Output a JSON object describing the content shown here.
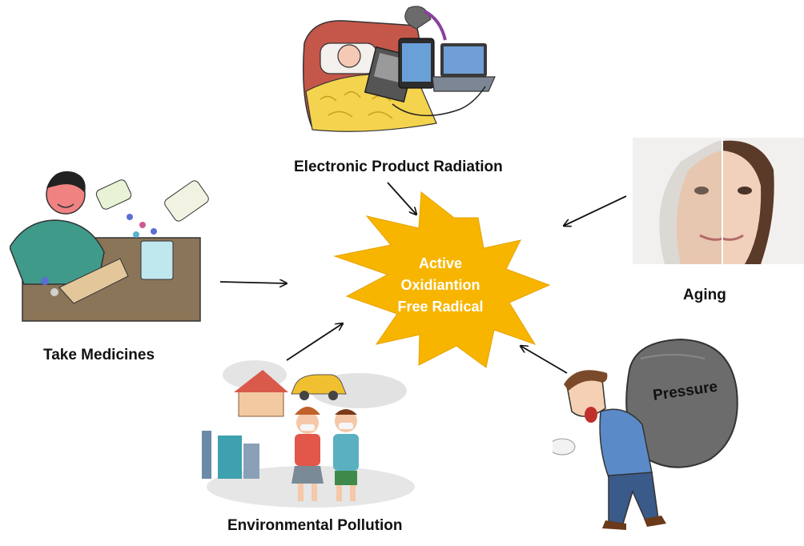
{
  "center": {
    "lines": [
      "Active",
      "Oxidiantion",
      "Free Radical"
    ],
    "fill_color": "#f7b500",
    "text_color": "#ffffff"
  },
  "causes": {
    "electronics": {
      "label": "Electronic Product Radiation",
      "icon": "person-in-bed-with-devices-illustration"
    },
    "medicine": {
      "label": "Take Medicines",
      "icon": "sick-man-with-pills-illustration"
    },
    "aging": {
      "label": "Aging",
      "icon": "old-young-face-split-photo"
    },
    "pollution": {
      "label": "Environmental  Pollution",
      "icon": "children-in-smog-illustration"
    },
    "pressure": {
      "label": "Pressure",
      "icon": "man-carrying-heavy-rock-illustration"
    }
  },
  "colors": {
    "arrow": "#111111",
    "label": "#111111"
  }
}
